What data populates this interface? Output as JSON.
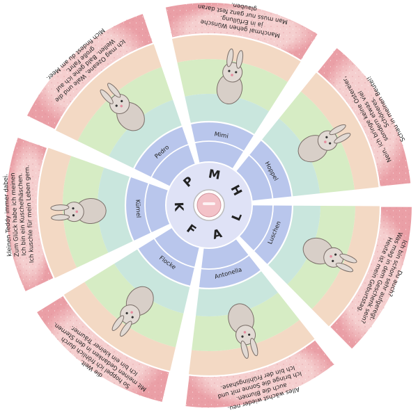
{
  "wheel": {
    "center_letters": [
      "M",
      "H",
      "L",
      "A",
      "F",
      "K",
      "P"
    ],
    "names": [
      "Mimi",
      "Hoppel",
      "Luschen",
      "Antonella",
      "Flocke",
      "Kümel",
      "Pedro"
    ],
    "colors": {
      "rim": "#f1b8bb",
      "band_outer": "#f3d9c4",
      "band_green": "#d6ecc4",
      "band_teal": "#c9e6dd",
      "band_blue": "#b9c6ec",
      "hub": "#c7cdef",
      "divider": "#ffffff"
    },
    "segments": [
      {
        "name": "Mimi",
        "text_lines": [
          "Manchmal gehen Wünsche",
          "ja in Erfüllung.",
          "Man muss nur ganz fest daran",
          "glauben."
        ]
      },
      {
        "name": "Hoppel",
        "text_lines": [
          "Nein, ich bringe keine Ostereier,",
          "sondern etwas viel",
          "Schöneres.",
          "Schau in meinen Beutel!"
        ]
      },
      {
        "name": "Luschen",
        "text_lines": [
          "Heute ist mein Geburtstag.",
          "Was mag in dem Geschenk sein?",
          "Ich bin schon sehr aufgeregt.",
          "Du auch?"
        ]
      },
      {
        "name": "Antonella",
        "text_lines": [
          "Ich bin der Frühlingshase.",
          "Ich bringe die Sonne mit und",
          "auch die Blumen.",
          "Alles wächst wieder neu."
        ]
      },
      {
        "name": "Flocke",
        "text_lines": [
          "Ich bin ein kleiner Träumer.",
          "Mit meinen Gedanken in den Sternen.",
          "So hoppel ich fröhlich durch",
          "die Welt."
        ]
      },
      {
        "name": "Kümel",
        "text_lines": [
          "Ich kuschle für mein Leben gern.",
          "Ich bin ein Kuschelhäschen.",
          "Zum Glück habe ich meinen",
          "kleinen Teddy immer dabei."
        ]
      },
      {
        "name": "Pedro",
        "text_lines": [
          "Ich mag Ozeane, Wale und die",
          "Wellen. Bald gehe ich auf",
          "große Fahrt.",
          "Mich findest du am Meer."
        ]
      }
    ],
    "illustrations": [
      "bunny-wish-icon",
      "bunny-basket-icon",
      "bunny-crown-gift-icon",
      "bunny-flower-crown-icon",
      "bunny-dreamer-icon",
      "bunny-teddy-icon",
      "bunny-sailor-icon"
    ]
  }
}
